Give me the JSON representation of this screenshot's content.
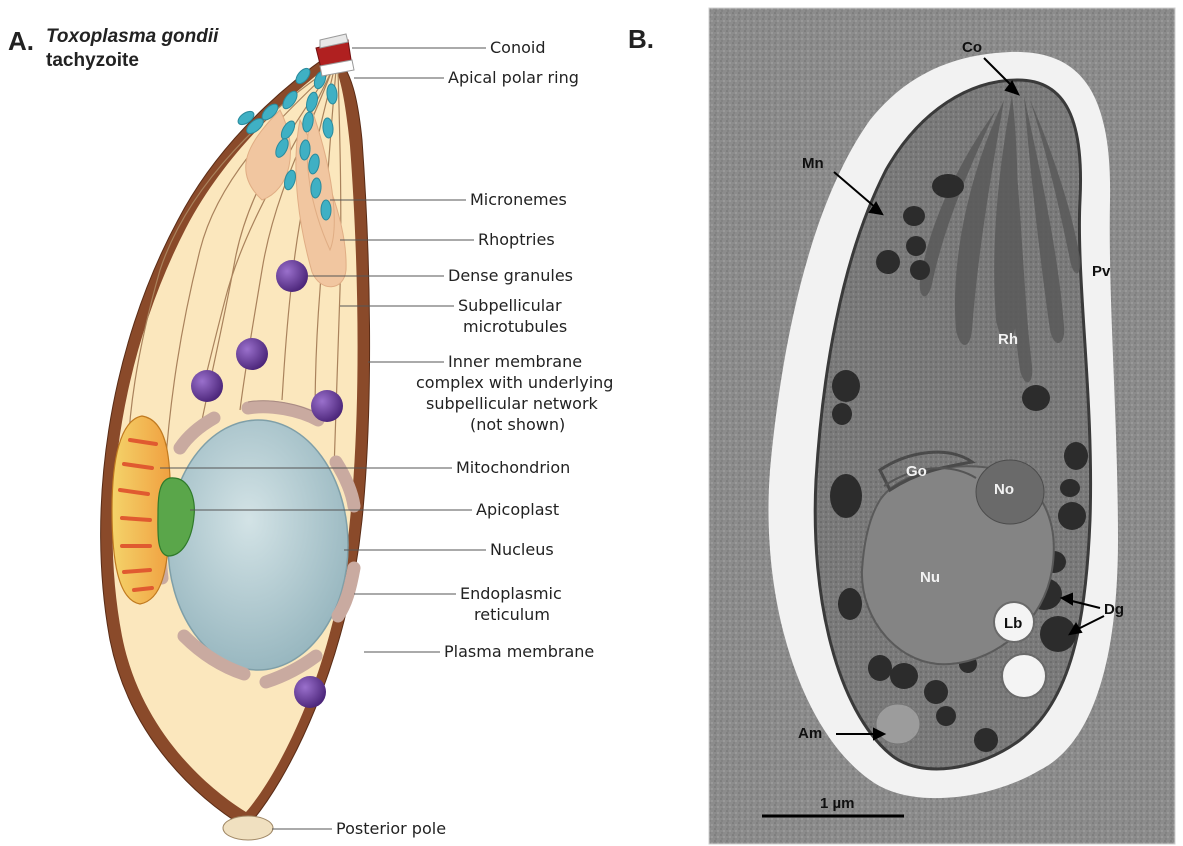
{
  "panel_a": {
    "letter": "A.",
    "title_line1": "Toxoplasma gondii",
    "title_line2": "tachyzoite",
    "labels": {
      "conoid": "Conoid",
      "apical_polar_ring": "Apical polar ring",
      "micronemes": "Micronemes",
      "rhoptries": "Rhoptries",
      "dense_granules": "Dense granules",
      "subpellicular_1": "Subpellicular",
      "subpellicular_2": "microtubules",
      "imc_1": "Inner membrane",
      "imc_2": "complex with underlying",
      "imc_3": "subpellicular network",
      "imc_4": "(not shown)",
      "mitochondrion": "Mitochondrion",
      "apicoplast": "Apicoplast",
      "nucleus": "Nucleus",
      "er_1": "Endoplasmic",
      "er_2": "reticulum",
      "plasma_membrane": "Plasma membrane",
      "posterior_pole": "Posterior pole"
    },
    "colors": {
      "pellicle": "#8a4a2a",
      "cytoplasm": "#fbe7bd",
      "microneme": "#3fb0c4",
      "rhoptry": "#f1c6a0",
      "dense_granule": "#6a3a9a",
      "nucleus": "#b9d0d6",
      "er": "#c9aaa0",
      "mitochondrion": "#f5b04a",
      "apicoplast": "#5aa64a"
    }
  },
  "panel_b": {
    "letter": "B.",
    "labels": {
      "co": "Co",
      "mn": "Mn",
      "pv": "Pv",
      "rh": "Rh",
      "go": "Go",
      "no": "No",
      "nu": "Nu",
      "lb": "Lb",
      "dg": "Dg",
      "am": "Am"
    },
    "scale_bar": "1 µm"
  }
}
